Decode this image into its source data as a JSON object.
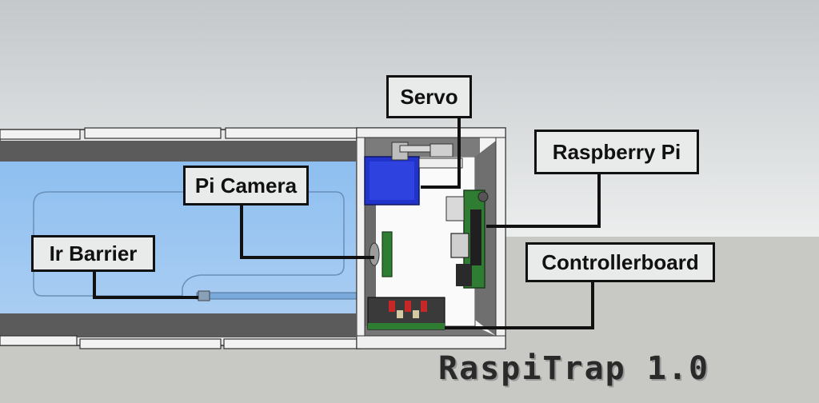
{
  "labels": {
    "servo": "Servo",
    "raspberry_pi": "Raspberry Pi",
    "pi_camera": "Pi Camera",
    "ir_barrier": "Ir Barrier",
    "controllerboard": "Controllerboard"
  },
  "title": "RaspiTrap 1.0",
  "colors": {
    "sky_top": "#c9ccce",
    "sky_bottom": "#e6e8e8",
    "ground": "#c8c8c4",
    "tube_interior": "#9cc6f0",
    "tube_wall": "#5a5a5a",
    "servo": "#2233cc",
    "pcb": "#2e7d32"
  }
}
